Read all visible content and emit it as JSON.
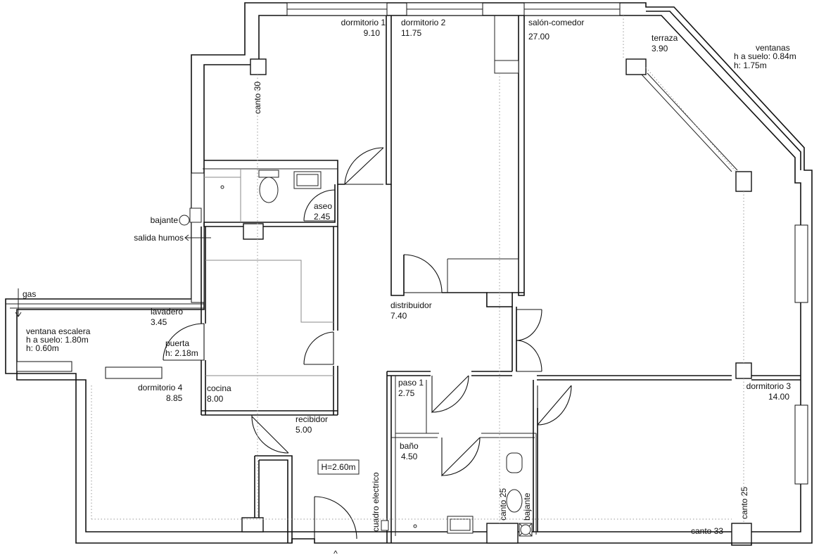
{
  "rooms": [
    {
      "id": "dormitorio1",
      "name": "dormitorio 1",
      "area": "9.10"
    },
    {
      "id": "dormitorio2",
      "name": "dormitorio 2",
      "area": "11.75"
    },
    {
      "id": "salon",
      "name": "salón-comedor",
      "area": "27.00"
    },
    {
      "id": "terraza",
      "name": "terraza",
      "area": "3.90"
    },
    {
      "id": "aseo",
      "name": "aseo",
      "area": "2.45"
    },
    {
      "id": "lavadero",
      "name": "lavadero",
      "area": "3.45"
    },
    {
      "id": "distribuidor",
      "name": "distribuidor",
      "area": "7.40"
    },
    {
      "id": "dormitorio4",
      "name": "dormitorio 4",
      "area": "8.85"
    },
    {
      "id": "cocina",
      "name": "cocina",
      "area": "8.00"
    },
    {
      "id": "recibidor",
      "name": "recibidor",
      "area": "5.00"
    },
    {
      "id": "paso1",
      "name": "paso 1",
      "area": "2.75"
    },
    {
      "id": "bano",
      "name": "baño",
      "area": "4.50"
    },
    {
      "id": "dormitorio3",
      "name": "dormitorio 3",
      "area": "14.00"
    }
  ],
  "notes": {
    "ventanas_title": "ventanas",
    "ventanas_h_suelo": "h a suelo: 0.84m",
    "ventanas_h": "h: 1.75m",
    "ventana_escalera_title": "ventana escalera",
    "ventana_escalera_h_suelo": "h a suelo: 1.80m",
    "ventana_escalera_h": "h: 0.60m",
    "puerta_title": "puerta",
    "puerta_h": "h: 2.18m",
    "bajante": "bajante",
    "salida_humos": "salida humos",
    "gas": "gas",
    "altura": "H=2.60m",
    "canto_30": "canto 30",
    "canto_25_bano": "canto 25",
    "bajante_bano": "bajante",
    "cuadro_electrico": "cuadro electrico",
    "canto_25_dorm3": "canto 25",
    "canto_33": "canto 33",
    "entrance_mark": "^"
  }
}
